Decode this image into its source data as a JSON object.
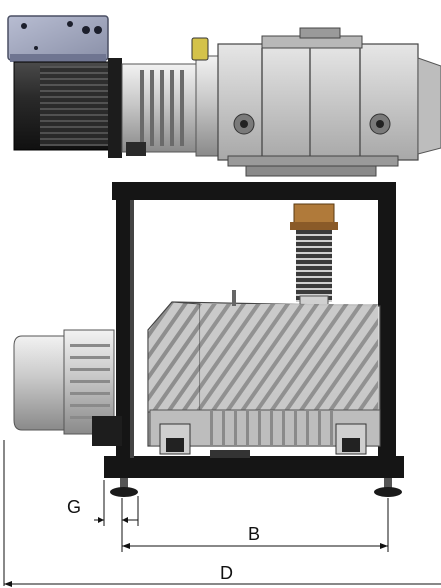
{
  "colors": {
    "frame": "#151515",
    "motor_dark": "#2a2a2a",
    "metal_light": "#d2d2d2",
    "metal_mid": "#b0b0b0",
    "metal_dark": "#7a7a7a",
    "terminal_box": "#9aa0b8",
    "brass": "#b07a3a",
    "dimension": "#111111"
  },
  "dimensions": {
    "g_label": "G",
    "b_label": "B",
    "d_label": "D"
  }
}
